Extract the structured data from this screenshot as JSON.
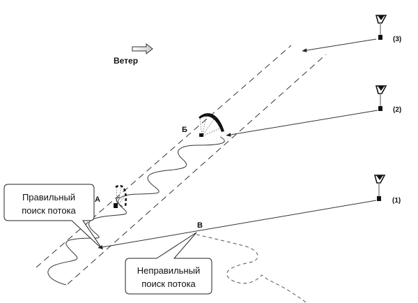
{
  "wind": {
    "label": "Ветер"
  },
  "points": {
    "a": "А",
    "b": "Б",
    "v": "В"
  },
  "pilots": [
    {
      "label": "(3)"
    },
    {
      "label": "(2)"
    },
    {
      "label": "(1)"
    }
  ],
  "callouts": {
    "correct": {
      "line1": "Правильный",
      "line2": "поиск потока"
    },
    "incorrect": {
      "line1": "Неправильный",
      "line2": "поиск потока"
    }
  },
  "colors": {
    "line": "#222222",
    "dashed": "#333333",
    "canopy": "#111111"
  }
}
